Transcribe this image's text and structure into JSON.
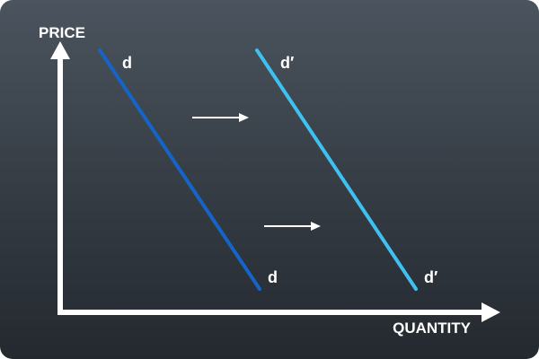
{
  "axes": {
    "y_label": "PRICE",
    "x_label": "QUANTITY"
  },
  "curves": [
    {
      "name": "d",
      "top_label": "d",
      "bottom_label": "d",
      "color": "#1565c8"
    },
    {
      "name": "d'",
      "top_label": "d′",
      "bottom_label": "d′",
      "color": "#3fc1f0"
    }
  ],
  "shift": {
    "direction": "right",
    "arrow_count": 2
  },
  "colors": {
    "background_top": "#4b545e",
    "background_bottom": "#24292f",
    "axis": "#ffffff",
    "text": "#ffffff"
  }
}
